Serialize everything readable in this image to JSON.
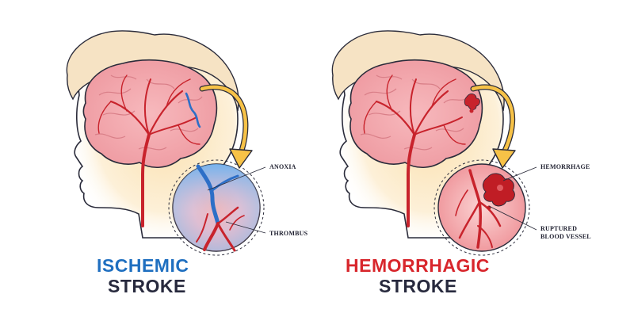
{
  "ischemic": {
    "title_line1": "ISCHEMIC",
    "title_line2": "STROKE",
    "label_anoxia": "ANOXIA",
    "label_thrombus": "THROMBUS",
    "accent_color": "#1f6fc0"
  },
  "hemorrhagic": {
    "title_line1": "HEMORRHAGIC",
    "title_line2": "STROKE",
    "label_hemorrhage": "HEMORRHAGE",
    "label_ruptured_line1": "RUPTURED",
    "label_ruptured_line2": "BLOOD VESSEL",
    "accent_color": "#d8262c"
  },
  "colors": {
    "head_glow": "#fbe3b5",
    "hair": "#f6e3c4",
    "brain": "#f3a7ad",
    "vessel": "#c8232c",
    "arrow": "#f7c247",
    "outline": "#2a2b3a",
    "text_dark": "#27293d"
  }
}
